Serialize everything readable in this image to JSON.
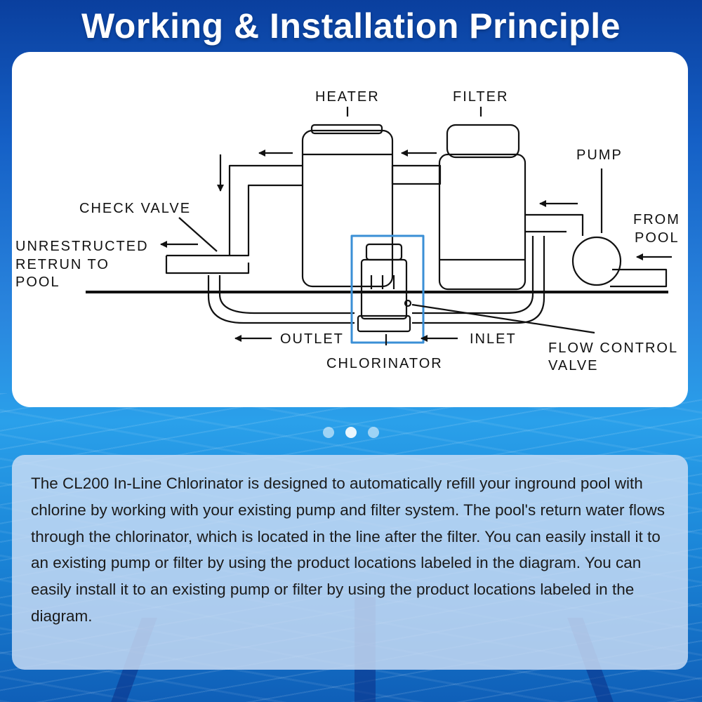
{
  "header": {
    "title": "Working & Installation Principle"
  },
  "diagram": {
    "labels": {
      "heater": "HEATER",
      "filter": "FILTER",
      "pump": "PUMP",
      "from_pool_1": "FROM",
      "from_pool_2": "POOL",
      "check_valve": "CHECK VALVE",
      "return_1": "UNRESTRUCTED",
      "return_2": "RETRUN TO",
      "return_3": "POOL",
      "outlet": "OUTLET",
      "inlet": "INLET",
      "chlorinator": "CHLORINATOR",
      "flow_control_1": "FLOW CONTROL",
      "flow_control_2": "VALVE"
    },
    "highlight_color": "#3a8fd6"
  },
  "carousel": {
    "count": 3,
    "active_index": 1
  },
  "description": {
    "text": "The CL200 In-Line Chlorinator is designed to automatically refill your inground pool with chlorine by working with your existing pump and filter system. The pool's return water flows through the chlorinator, which is located in the line after the filter. You can easily install it to an existing pump or filter by using the product locations labeled in the diagram. You can easily install it to an existing pump or filter by using the product locations labeled in the diagram."
  },
  "colors": {
    "background": "#1560c6",
    "card": "#ffffff",
    "text_card": "#cddef5"
  }
}
